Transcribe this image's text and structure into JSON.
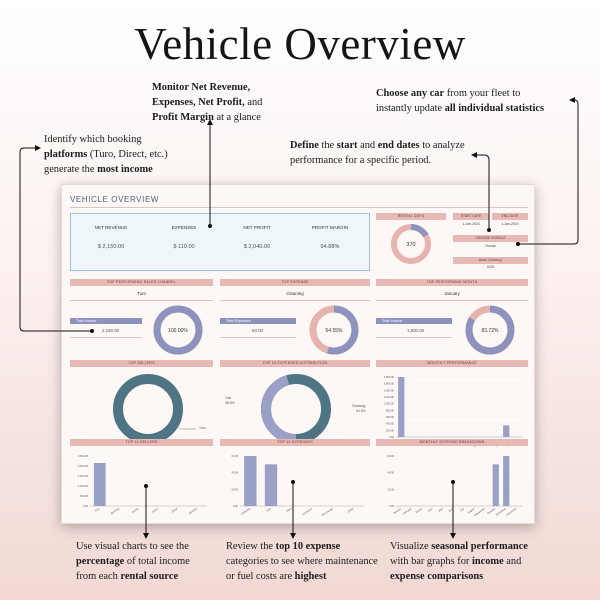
{
  "title": "Vehicle Overview",
  "callouts": {
    "net_revenue": {
      "p1": "Monitor Net Revenue,",
      "p2": "Expenses, Net Profit,",
      "p3": " and",
      "p4": "Profit Margin",
      "p5": " at a glance"
    },
    "choose_car": {
      "p1": "Choose any car",
      "p2": " from your fleet to",
      "p3": "instantly update ",
      "p4": "all individual statistics"
    },
    "platforms": {
      "p1": "Identify which booking",
      "p2": "platforms",
      "p3": " (Turo, Direct, etc.)",
      "p4": "generate the ",
      "p5": "most income"
    },
    "dates": {
      "p1": "Define",
      "p2": " the ",
      "p3": "start",
      "p4": " and ",
      "p5": "end dates",
      "p6": " to analyze",
      "p7": "performance for a specific period."
    },
    "visual": {
      "p1": "Use visual charts to see the",
      "p2": "percentage",
      "p3": " of total income",
      "p4": "from each ",
      "p5": "rental source"
    },
    "expense": {
      "p1": "Review the ",
      "p2": "top 10 expense",
      "p3": "categories to see where maintenance",
      "p4": "or fuel costs are ",
      "p5": "highest"
    },
    "seasonal": {
      "p1": "Visualize ",
      "p2": "seasonal performance",
      "p3": "with bar graphs for ",
      "p4": "income",
      "p5": " and",
      "p6": "expense comparisons"
    }
  },
  "dashboard": {
    "title": "VEHICLE OVERVIEW",
    "kpis": [
      {
        "label": "NET REVENUE",
        "value": "$ 2,150.00"
      },
      {
        "label": "EXPENSES",
        "value": "$ 110.00"
      },
      {
        "label": "NET PROFIT",
        "value": "$ 2,040.00"
      },
      {
        "label": "PROFIT MARGIN",
        "value": "94.88%"
      }
    ],
    "rental_days": {
      "label": "RENTAL DAYS",
      "value": "370"
    },
    "start_date": {
      "label": "START DATE",
      "value": "1-Jan-2024"
    },
    "end_date": {
      "label": "END DATE",
      "value": "1-Jan-2024"
    },
    "choose_vehicle": {
      "label": "CHOOSE VEHICLE",
      "value": "Honda"
    },
    "base_currency": {
      "label": "Base Currency",
      "value": "USD"
    },
    "top_sales_channel": {
      "label": "TOP PERFORMING SALES CHANNEL",
      "name": "Turo",
      "pill": "Total Income",
      "value": "2,150.00",
      "pct": "100.00%",
      "fraction": 1.0
    },
    "top_expense": {
      "label": "TOP EXPENSE",
      "name": "Cleaning",
      "pill": "Total Expenses",
      "value": "60.00",
      "pct": "54.55%",
      "fraction": 0.5455
    },
    "top_month": {
      "label": "TOP PERFORMING MONTH",
      "name": "January",
      "pill": "Total Income",
      "value": "1,800.00",
      "pct": "83.72%",
      "fraction": 0.8372
    },
    "top_sellers_label": "TOP SELLERS",
    "top_sellers_legend": "Turo",
    "top10_dist_label": "TOP 10 EXPENSES DISTRIBUTION",
    "dist_legend": {
      "a": "Gas",
      "a_pct": "45.5%",
      "b": "Cleaning",
      "b_pct": "54.5%"
    },
    "monthly_perf_label": "MONTHLY PERFORMANCE",
    "top10_sellers_label": "TOP 10 SELLERS",
    "top10_expenses_label": "TOP 10 EXPENSES",
    "monthly_exp_label": "MONTHLY EXPENSE BREAKDOWN"
  },
  "chart_data": [
    {
      "type": "bar",
      "title": "MONTHLY PERFORMANCE",
      "categories": [
        "January",
        "February",
        "March",
        "April",
        "May",
        "June",
        "July",
        "August",
        "September",
        "October",
        "November",
        "December"
      ],
      "values": [
        1800,
        0,
        0,
        0,
        0,
        0,
        0,
        0,
        0,
        0,
        350,
        0
      ],
      "yticks": [
        "0.00",
        "200.00",
        "400.00",
        "600.00",
        "800.00",
        "1,000.00",
        "1,200.00",
        "1,400.00",
        "1,600.00",
        "1,800.00"
      ],
      "ylim": [
        0,
        1800
      ]
    },
    {
      "type": "bar",
      "title": "TOP 10 SELLERS",
      "categories": [
        "Turo",
        "Booking",
        "Airbnb",
        "Direct",
        "Other",
        "Website"
      ],
      "values": [
        2150,
        0,
        0,
        0,
        0,
        0
      ],
      "yticks": [
        "0.00",
        "500.00",
        "1,000.00",
        "1,500.00",
        "2,000.00",
        "2,500.00"
      ],
      "ylim": [
        0,
        2500
      ]
    },
    {
      "type": "bar",
      "title": "TOP 10 EXPENSES",
      "categories": [
        "Cleaning",
        "Gas",
        "Tires",
        "Insurance",
        "Oil Change",
        "Other"
      ],
      "values": [
        60,
        50,
        0,
        0,
        0,
        0
      ],
      "yticks": [
        "0.00",
        "20.00",
        "40.00",
        "60.00"
      ],
      "ylim": [
        0,
        60
      ]
    },
    {
      "type": "bar",
      "title": "MONTHLY EXPENSE BREAKDOWN",
      "categories": [
        "January",
        "February",
        "March",
        "April",
        "May",
        "June",
        "July",
        "August",
        "September",
        "October",
        "November",
        "December"
      ],
      "values": [
        0,
        0,
        0,
        0,
        0,
        0,
        0,
        0,
        0,
        50,
        60,
        0
      ],
      "yticks": [
        "0.00",
        "20.00",
        "40.00",
        "60.00"
      ],
      "ylim": [
        0,
        60
      ]
    },
    {
      "type": "pie",
      "title": "TOP 10 EXPENSES DISTRIBUTION",
      "categories": [
        "Gas",
        "Cleaning"
      ],
      "values": [
        45.5,
        54.5
      ]
    },
    {
      "type": "pie",
      "title": "TOP SELLERS",
      "categories": [
        "Turo"
      ],
      "values": [
        100
      ]
    }
  ],
  "colors": {
    "accent_pink": "#e7b9b4",
    "bar": "#9aa0c6",
    "donut_teal": "#4f7585",
    "donut_periwinkle": "#8d93bd",
    "donut_pink": "#e7b3ae"
  }
}
